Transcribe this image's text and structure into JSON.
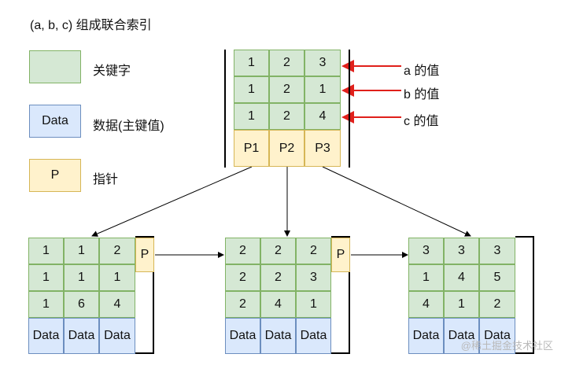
{
  "title": "(a, b, c) 组成联合索引",
  "legend": [
    {
      "box_text": "",
      "label": "关键字",
      "color": "green"
    },
    {
      "box_text": "Data",
      "label": "数据(主键值)",
      "color": "blue"
    },
    {
      "box_text": "P",
      "label": "指针",
      "color": "yellow"
    }
  ],
  "root": {
    "rows": [
      [
        "1",
        "2",
        "3"
      ],
      [
        "1",
        "2",
        "1"
      ],
      [
        "1",
        "2",
        "4"
      ]
    ],
    "pointers": [
      "P1",
      "P2",
      "P3"
    ]
  },
  "annotations": [
    "a 的值",
    "b 的值",
    "c 的值"
  ],
  "leaves": [
    {
      "rows": [
        [
          "1",
          "1",
          "2"
        ],
        [
          "1",
          "1",
          "1"
        ],
        [
          "1",
          "6",
          "4"
        ]
      ],
      "data": [
        "Data",
        "Data",
        "Data"
      ],
      "pointer": "P"
    },
    {
      "rows": [
        [
          "2",
          "2",
          "2"
        ],
        [
          "2",
          "2",
          "3"
        ],
        [
          "2",
          "4",
          "1"
        ]
      ],
      "data": [
        "Data",
        "Data",
        "Data"
      ],
      "pointer": "P"
    },
    {
      "rows": [
        [
          "3",
          "3",
          "3"
        ],
        [
          "1",
          "4",
          "5"
        ],
        [
          "4",
          "1",
          "2"
        ]
      ],
      "data": [
        "Data",
        "Data",
        "Data"
      ],
      "pointer": ""
    }
  ],
  "watermark": "@稀土掘金技术社区",
  "colors": {
    "key": "#d5e8d4",
    "data": "#dae8fc",
    "pointer": "#fff2cc",
    "arrow_red": "#e0201b"
  }
}
